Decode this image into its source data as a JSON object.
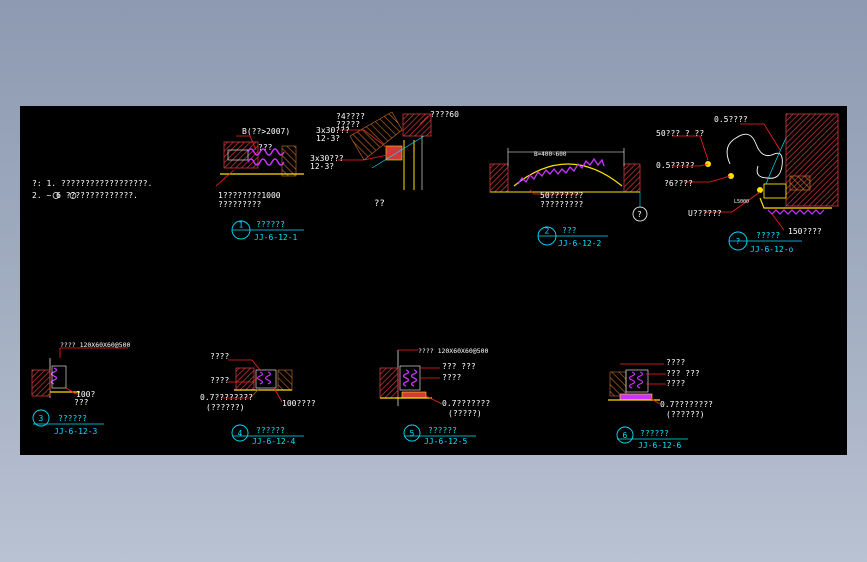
{
  "colors": {
    "background_gradient": [
      "#8d9ab1",
      "#b9c2d2"
    ],
    "viewport": "#000000",
    "leader": "#ff2020",
    "detail_tag": "#00e0ff",
    "insulation": "#cc33ff",
    "fill_yellow": "#ffe000",
    "hatch_brick": "#d23a3a",
    "hatch_wood": "#c87028"
  },
  "notes": {
    "line1": "?: 1. ??????????????????.",
    "line2": "2.  ~ 6 ??????????????."
  },
  "details": [
    {
      "number": "1",
      "title": "??????",
      "code": "JJ-6-12-1",
      "labels": [
        "B(??>2007)",
        "???",
        "1????????1000",
        "?????????"
      ],
      "section_labels": [
        "3x30???",
        "12-3?",
        "3x30???",
        "12-3?",
        "?4????",
        "?????",
        "????60",
        "??"
      ]
    },
    {
      "number": "2",
      "title": "???",
      "code": "JJ-6-12-2",
      "labels": [
        "B=400~600",
        "50???????",
        "?????????"
      ],
      "marker": "?"
    },
    {
      "number": "?",
      "title": "?????",
      "code": "JJ-6-12-o",
      "labels": [
        "0.5????",
        "50??? ? ??",
        "0.5?????",
        "?6????",
        "U??????",
        "150????",
        "L5000"
      ]
    },
    {
      "number": "3",
      "title": "??????",
      "code": "JJ-6-12-3",
      "labels": [
        "???? 120X60X60@500",
        "100?",
        "???"
      ]
    },
    {
      "number": "4",
      "title": "??????",
      "code": "JJ-6-12-4",
      "labels": [
        "????",
        "????",
        "0.7????????",
        "(??????)",
        "100????"
      ]
    },
    {
      "number": "5",
      "title": "??????",
      "code": "JJ-6-12-5",
      "labels": [
        "???? 120X60X60@500",
        "??? ???",
        "????",
        "0.7???????",
        "(?????)"
      ]
    },
    {
      "number": "6",
      "title": "??????",
      "code": "JJ-6-12-6",
      "labels": [
        "????",
        "??? ???",
        "????",
        "0.7????????",
        "(??????)"
      ]
    }
  ]
}
